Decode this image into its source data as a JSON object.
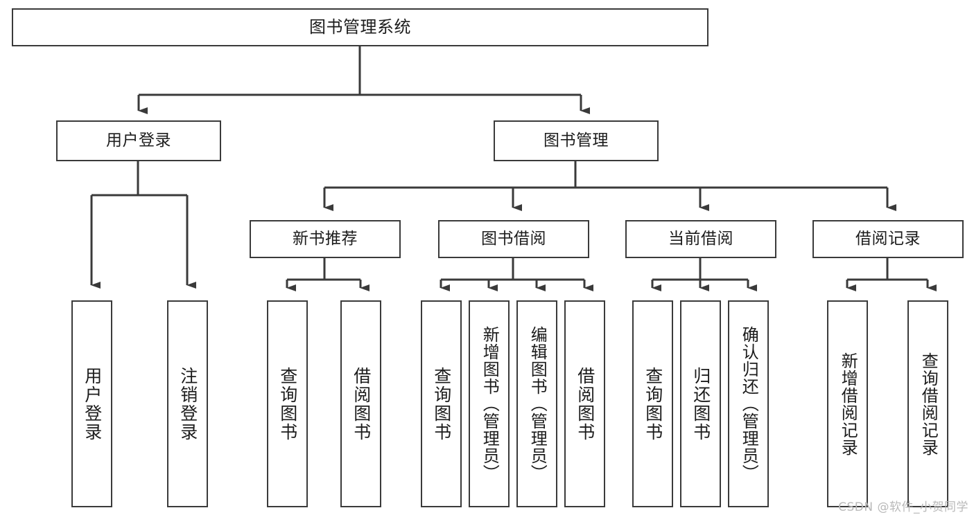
{
  "diagram": {
    "type": "tree-hierarchy",
    "title": "图书管理系统",
    "watermark": "CSDN @软件_小贺同学",
    "colors": {
      "box_border": "#3a3a3a",
      "box_fill": "#ffffff",
      "edge": "#3a3a3a",
      "text": "#1c1c1c",
      "watermark": "#b9b9b9",
      "background": "#ffffff"
    },
    "nodes": {
      "root": {
        "label": "图书管理系统"
      },
      "level2": [
        {
          "id": "user-login",
          "label": "用户登录"
        },
        {
          "id": "book-manage",
          "label": "图书管理"
        }
      ],
      "level3": [
        {
          "id": "new-book-recommend",
          "label": "新书推荐"
        },
        {
          "id": "book-borrow",
          "label": "图书借阅"
        },
        {
          "id": "current-borrow",
          "label": "当前借阅"
        },
        {
          "id": "borrow-record",
          "label": "借阅记录"
        }
      ],
      "leaves": {
        "user-login": [
          {
            "id": "leaf-user-login",
            "label": "用户登录"
          },
          {
            "id": "leaf-logout-login",
            "label": "注销登录"
          }
        ],
        "new-book-recommend": [
          {
            "id": "leaf-query-book-1",
            "label": "查询图书"
          },
          {
            "id": "leaf-borrow-book-1",
            "label": "借阅图书"
          }
        ],
        "book-borrow": [
          {
            "id": "leaf-query-book-2",
            "label": "查询图书"
          },
          {
            "id": "leaf-add-book-admin",
            "label": "新增图书（管理员）"
          },
          {
            "id": "leaf-edit-book-admin",
            "label": "编辑图书（管理员）"
          },
          {
            "id": "leaf-borrow-book-2",
            "label": "借阅图书"
          }
        ],
        "current-borrow": [
          {
            "id": "leaf-query-book-3",
            "label": "查询图书"
          },
          {
            "id": "leaf-return-book",
            "label": "归还图书"
          },
          {
            "id": "leaf-confirm-return-admin",
            "label": "确认归还（管理员）"
          }
        ],
        "borrow-record": [
          {
            "id": "leaf-add-borrow-record",
            "label": "新增借阅记录"
          },
          {
            "id": "leaf-query-borrow-record",
            "label": "查询借阅记录"
          }
        ]
      }
    }
  }
}
